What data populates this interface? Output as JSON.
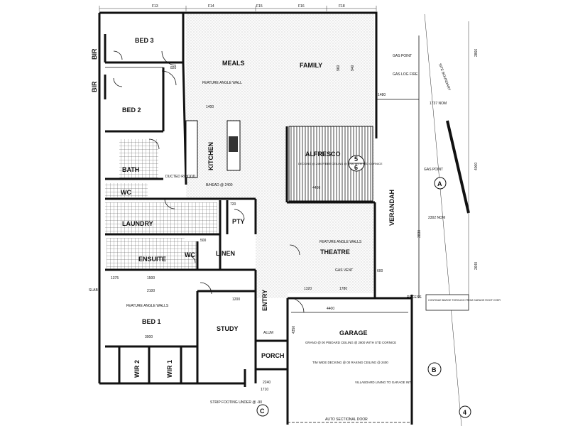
{
  "rooms": {
    "bed3": "BED 3",
    "bed2": "BED 2",
    "bir1": "BIR",
    "bir2": "BIR",
    "bath": "BATH",
    "wc_upper": "WC",
    "laundry": "LAUNDRY",
    "ensuite": "ENSUITE",
    "wc_lower": "WC",
    "linen": "LINEN",
    "pty": "PTY",
    "meals": "MEALS",
    "family": "FAMILY",
    "alfresco": "ALFRESCO",
    "theatre": "THEATRE",
    "verandah": "VERANDAH",
    "bed1": "BED 1",
    "study": "STUDY",
    "entry": "ENTRY",
    "porch": "PORCH",
    "garage": "GARAGE",
    "wir1": "WIR 1",
    "wir2": "WIR 2",
    "kitchen": "KITCHEN"
  },
  "notes": {
    "feature_angle_wall": "FEATURE ANGLE WALL",
    "ducted_rhood": "DUCTED R/HOOD",
    "bhead": "B/HEAD @ 2400",
    "gas_point_1": "GAS POINT",
    "gas_log_fire": "GAS LOG FIRE",
    "alfresco_ceiling": "DECKING @ 2400 FIBRE CEILING @ 2700 WITH STD CORNICE",
    "theatre_feature": "FEATURE ANGLE WALLS",
    "gas_vent": "GAS VENT",
    "feature_angle_walls_bed1": "FEATURE ANGLE WALLS",
    "garage_ceiling": "GRANO @ 00 P/BOARD CEILING @ 2800 WITH STD CORNICE",
    "garage_decking": "TIM WIDE DECKING @ 00 RAKING CEILING @ 2400",
    "villaboard": "VILLABOARD LINING TO GARAGE INT.",
    "continue_barge": "CONTINUE BARGE THROUGH FROM GARAGE ROOF OVER",
    "recess": "RECESS",
    "strip_footing": "STRIP FOOTING UNDER @ -90",
    "auto_door": "AUTO SECTIONAL DOOR",
    "gas_point_2": "GAS POINT",
    "site_boundary": "SITE BOUNDARY",
    "alum": "ALUM",
    "slab": "SLAB"
  },
  "dims": {
    "f13": "F13",
    "f14": "F14",
    "f15": "F15",
    "f16": "F16",
    "f18": "F18",
    "d1400": "1400",
    "d1375": "1375",
    "d1500": "1500",
    "d2100": "2100",
    "d3000": "3000",
    "d1200": "1200",
    "d4400a": "4400",
    "d4400b": "4400",
    "d720": "720",
    "d500": "500",
    "d1737": "1737 NOM",
    "d2302": "2302 NOM",
    "d600": "600",
    "d2240": "2240",
    "d1710": "1710",
    "d820": "820",
    "d2866": "2866",
    "d2640": "2640",
    "d4000": "4000",
    "d4350": "4350",
    "d1320": "1320",
    "d1780": "1780",
    "d940": "940",
    "d960": "960",
    "d1480": "1480",
    "d3830": "3830"
  },
  "markers": {
    "a": "A",
    "b": "B",
    "c": "C",
    "n4": "4",
    "n5": "5",
    "n6": "6"
  }
}
